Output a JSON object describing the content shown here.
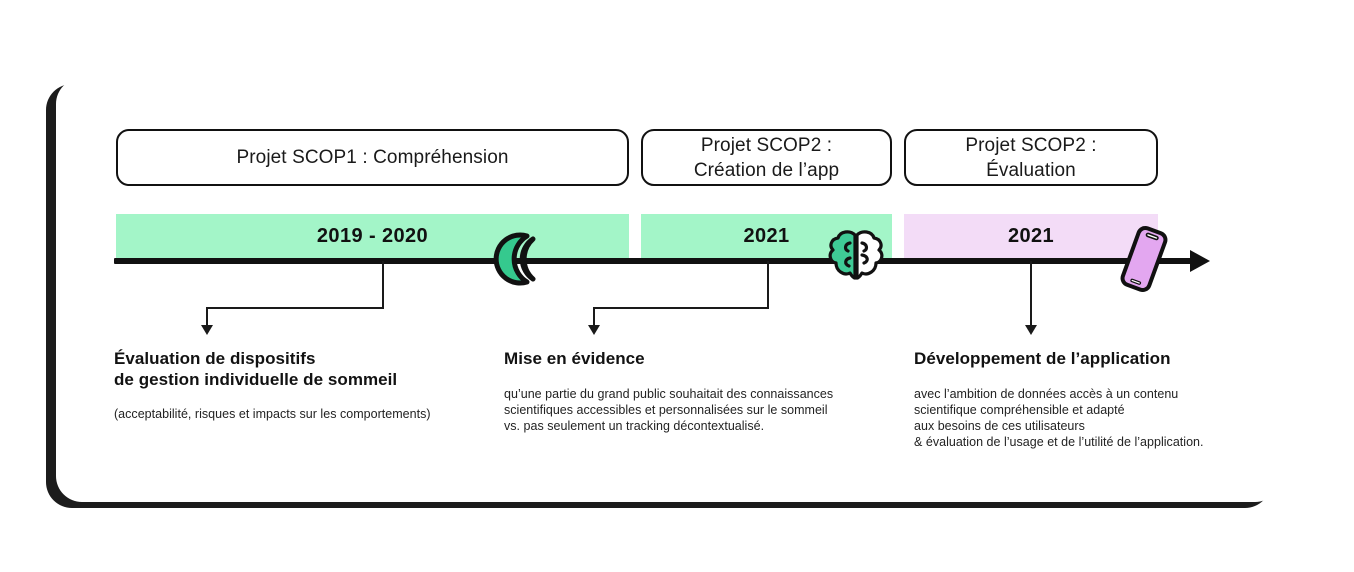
{
  "palette": {
    "green": "#A3F5C8",
    "purple": "#F3DCF7",
    "ink": "#111111",
    "card": "#FFFFFF",
    "shadow": "#1C1C1C",
    "moon_green": "#35C98E",
    "brain_green": "#3FCB96",
    "phone_purple": "#E3A7F0"
  },
  "timeline": {
    "phases": [
      {
        "box_label": "Projet SCOP1 : Compréhension",
        "year_label": "2019 - 2020",
        "bar_color": "#A3F5C8",
        "icon": "crescent-moon-icon"
      },
      {
        "box_label": "Projet SCOP2 :\nCréation de l’app",
        "year_label": "2021",
        "bar_color": "#A3F5C8",
        "icon": "brain-icon"
      },
      {
        "box_label": "Projet SCOP2 :\nÉvaluation",
        "year_label": "2021",
        "bar_color": "#F3DCF7",
        "icon": "smartphone-icon"
      }
    ],
    "axis_arrow": "right-arrow-icon"
  },
  "annotations": [
    {
      "title": "Évaluation de dispositifs\nde gestion individuelle de sommeil",
      "body": "(acceptabilité, risques et impacts sur les comportements)"
    },
    {
      "title": "Mise en évidence",
      "body": "qu’une partie du grand public souhaitait des connaissances\nscientifiques accessibles et personnalisées sur le sommeil\nvs. pas seulement un tracking décontextualisé."
    },
    {
      "title": "Développement de l’application",
      "body": "avec l’ambition de données accès à un contenu\nscientifique compréhensible et adapté\naux besoins de ces utilisateurs\n& évaluation de l’usage et de l’utilité de l’application."
    }
  ]
}
